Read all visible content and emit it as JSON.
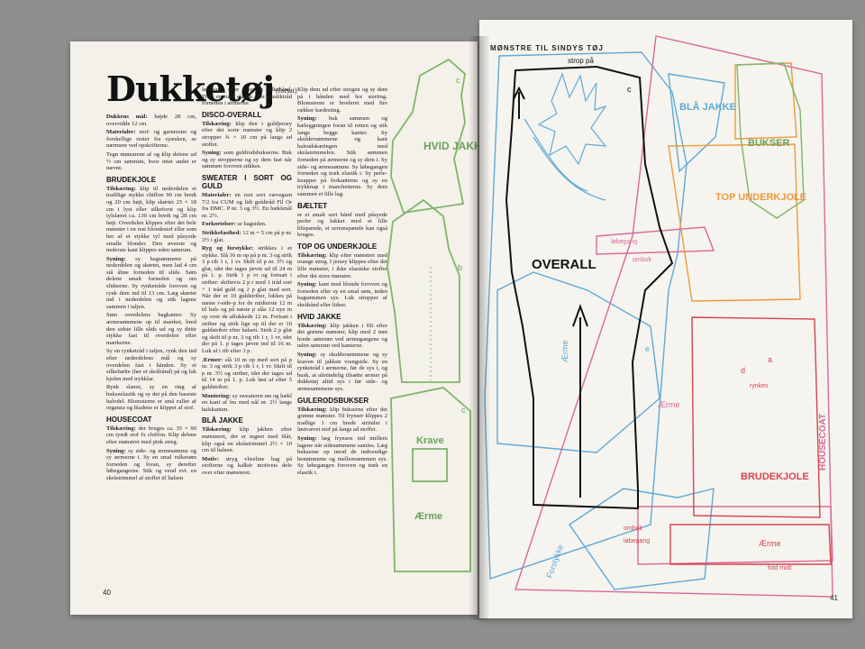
{
  "left_page": {
    "title": "Dukketøj",
    "title_note": "(forsat)",
    "page_number": "40",
    "col1": [
      {
        "type": "p",
        "lead": "Dukkens mål:",
        "text": "højde 28 cm, overvidde 12 cm."
      },
      {
        "type": "p",
        "lead": "Materialer:",
        "text": "stof- og garnrester og forskellige rester fra syæsken, se nærmere ved opskrifterne."
      },
      {
        "type": "p",
        "lead": "",
        "text": "Tegn mønstrene af og klip delene ud ½ cm sømrum, hvor intet andet er nævnt."
      },
      {
        "type": "h",
        "text": "BRUDEKJOLE"
      },
      {
        "type": "p",
        "lead": "Tilskæring:",
        "text": "klip til nederdelen et tradilige stykke chiffon 90 cm bredt og 20 cm højt, klip skørtet 25 × 18 cm i lyst eller silkeforst og klip tylslæret ca. 130 cm bredt og 28 cm højt. Overdelen klippes efter det hele mønster i en rest blondestof eller som her af et stykke tyl med påsyede smalle blonder. Den øverste og nederste kant klippes uden sømrum."
      },
      {
        "type": "p",
        "lead": "Syning:",
        "text": "sy bagsømmene på nederdelen og skørtet, men lad 4 cm stå åbne forneden til slids. Søm delene smalt forneden og om slidserne. Sy rynketråde foroven og rynk dem ind til 13 cm. Læg skørtet ind i nederdelen og stik lagene sammen i taljen."
      },
      {
        "type": "p",
        "lead": "",
        "text": "Søm overdelens bagkanter. Sy ærmesømmene op til mærket, bred den sidste lille slids ud og sy dette stykke fast til overdelen efter mærkerne."
      },
      {
        "type": "p",
        "lead": "",
        "text": "Sy en rynketråd i taljen, rynk den ind efter nederdelens mål og sy overdelen fast i hånden. Sy et silkebælte (her et skråbånd) på og luk kjolen med trykklar."
      },
      {
        "type": "p",
        "lead": "",
        "text": "Rynk slæret, sy en ring af bukseelastik og sy det på den baseste halvdel. Blomsterne er små ruller af organza og bladene er klippet af stof."
      },
      {
        "type": "h",
        "text": "HOUSECOAT"
      },
      {
        "type": "p",
        "lead": "Tilskæring:",
        "text": "der bruges ca. 35 × 90 cm tyndt stof fx chiffon. Klip delene efter mønstret med pink streg."
      },
      {
        "type": "p",
        "lead": "Syning:",
        "text": "sy side- og ærmesømme og sy ærmerne i. Sy en smal rulkesøm forneden og foran, sy derefter løbegangerne. Stik og vend evt. en skråstrimmel af stoffet til halsen"
      }
    ],
    "col2": [
      {
        "type": "p",
        "lead": "",
        "text": "løbegang efter brug et silkebånd. Træk en rund elastik eller elastiktråd forneden i ærmerne."
      },
      {
        "type": "h",
        "text": "DISCO-OVERALL"
      },
      {
        "type": "p",
        "lead": "Tilskæring:",
        "text": "klip den i guldjersey efter det sorte mønster og klip 2 stropper ¾ × 10 cm på langs ad stoffet."
      },
      {
        "type": "p",
        "lead": "Syning:",
        "text": "som guldrodsbukserne. Buk og sy stropperne og sy dem fast når sømmen foroven stikkes."
      },
      {
        "type": "h",
        "text": "SWEATER I SORT OG GULD"
      },
      {
        "type": "p",
        "lead": "Materialer:",
        "text": "en rest sort vævegarn 7/2 fra CUM og lidt guldtråd Fil Or fra DMC. P nr. 3 og 3½. En hæklenål nr. 2½."
      },
      {
        "type": "p",
        "lead": "Forkortelser:",
        "text": "se bagsiden."
      },
      {
        "type": "p",
        "lead": "Strikkefasthed:",
        "text": "12 m = 5 cm på p nr. 3½ i glat."
      },
      {
        "type": "p",
        "lead": "Ryg og forstykke:",
        "text": "strikkes i et stykke. Slå 16 m op på p nr. 3 og strik 3 p rib 1 r, 1 vr. Skift til p nr. 3½ og glat, idet der tages jævnt ud til 24 m på 1. p. Strik 1 p vr og fortsæt i striber: skiftevis 2 p r med 1 tråd sort + 1 tråd guld og 2 p glat med sort. Når der er 10 guldstriber, lukkes på næste r-side-p for de midterste 12 m til hals og på næste p slås 12 nye m op over de aflukkede 12 m. Fortsæt i striber og strik lige op til der er 10 guldstriber efter halsen. Strik 2 p glat og skift til p nr. 3 og rib 1 r, 1 vr, idet der på 1. p tages jævnt ind til 16 m. Luk af i rib efter 3 p."
      },
      {
        "type": "p",
        "lead": "Ærmer:",
        "text": "slå 10 m op med sort på p nr. 3 og strik 3 p rib 1 r, 1 vr. Skift til p nr. 3½ og striber, idet der tages ud til 14 m på 1. p. Luk løst af efter 5 guldstriber."
      },
      {
        "type": "p",
        "lead": "Montering:",
        "text": "sy sweateren sm og hækl en kant af fm med nål nr. 2½ langs halskanten."
      },
      {
        "type": "h",
        "text": "BLÅ JAKKE"
      },
      {
        "type": "p",
        "lead": "Tilskæring:",
        "text": "klip jakken efter mønsteret, der er tegnet med blåt, klip også en skråstrimmel 2½ × 10 cm til halsen."
      },
      {
        "type": "p",
        "lead": "Motiv:",
        "text": "stryg vliseline bag på stofferne og kalkér motivets dele over efter mønsteret."
      }
    ],
    "col3": [
      {
        "type": "p",
        "lead": "",
        "text": "Klip dem ud efter stregen og sy dem på i hånden med lex sterting. Blomsterne er broderet med fire rækker kædesting."
      },
      {
        "type": "p",
        "lead": "Syning:",
        "text": "buk sømmen og bæleggningen foran til retten og stik langs begge kanter. Sy skuldersømmene og kant halsudskæringen med skråstrimmelen. Stik sømmen forneden på ærmerne og sy dem i. Sy side- og ærmesømme. Sy løbegangen forneden og træk elastik i. Sy perle-knapper på forkanterne og sy en trykknap i manchetterne. Sy dem sammen et lille lag."
      },
      {
        "type": "h",
        "text": "BÆLTET"
      },
      {
        "type": "p",
        "lead": "",
        "text": "er et smalt sort bånd med påsyede perler og lukket med et lille blispænde, et urremspænde kan også bruges."
      },
      {
        "type": "h",
        "text": "TOP OG UNDERKJOLE"
      },
      {
        "type": "p",
        "lead": "Tilskæring:",
        "text": "klip efter mønstret med orange streg. I jersey klippes efter det lille mønster, i ikke elastiske stoffer efter det store mønster."
      },
      {
        "type": "p",
        "lead": "Syning:",
        "text": "kant med blonde foroven og forneden eller sy en smal søm, inden bagsømmen sys. Luk stropper af skråbånd eller lidser."
      },
      {
        "type": "h",
        "text": "HVID JAKKE"
      },
      {
        "type": "p",
        "lead": "Tilskæring:",
        "text": "klip jakken i filt efter det grønne mønster, klip med 2 mm brede sømrum ved ærmegangene og uden sømrum ved kanterne."
      },
      {
        "type": "p",
        "lead": "Syning:",
        "text": "sy skuldersømmene og sy kraven til jakken vrangside. Sy en rynketråd i ærmerne, før de sys i, og husk, at almindelig tilsætte ærmer på dukketøj altid sys i før side- og ærmesømmene sys."
      },
      {
        "type": "h",
        "text": "GULERODSBUKSER"
      },
      {
        "type": "p",
        "lead": "Tilskæring:",
        "text": "klip bukserne efter det grønne mønster. Til frynser klippes 2 tradlige 1 cm brede strimler i løstvævet stof på langs ad stoffet."
      },
      {
        "type": "p",
        "lead": "Syning:",
        "text": "læg frynsen ind mellem lagene når sidesømmene samles. Læg bukserne op imod de indvendige benømmene og mellemsømmen sys. Sy løbegangen foroven og træk en elastik i."
      }
    ]
  },
  "right_page": {
    "header": "MØNSTRE TIL SINDYS TØJ",
    "page_number": "41",
    "labels": {
      "strop": "strop på",
      "hvid_jakke": "HVID JAKKE",
      "overall": "OVERALL",
      "aerme": "Ærme",
      "krave": "Krave",
      "bla_jakke": "BLÅ JAKKE",
      "bukser": "BUKSER",
      "top_underkjole": "TOP UNDERKJOLE",
      "brudekjole": "BRUDEKJOLE",
      "housecoat": "HOUSECOAT",
      "forstykke": "Forstykke",
      "lobegang": "løbegang",
      "ombuk": "ombuk",
      "fold_midt": "fold midt",
      "rynkes": "rynkes",
      "b": "b",
      "c": "c",
      "d": "d",
      "e": "e",
      "a": "a"
    }
  },
  "colors": {
    "green": "#7fb56a",
    "black": "#111111",
    "blue": "#5fa9d6",
    "pink": "#d8699a",
    "orange": "#ee9a3c",
    "red": "#d5444f",
    "page": "#f3f1e9"
  }
}
